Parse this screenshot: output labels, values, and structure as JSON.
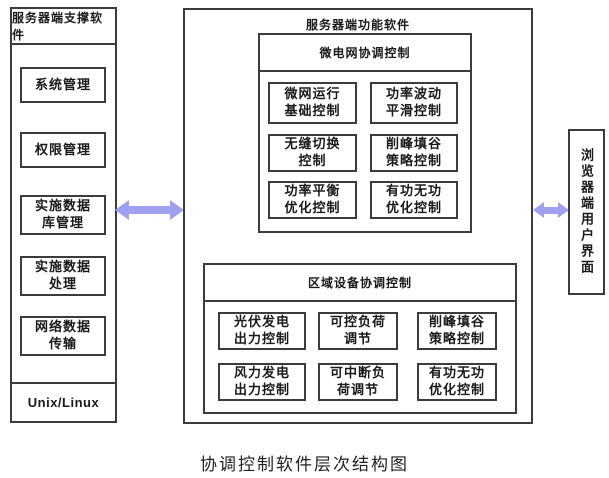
{
  "caption": "协调控制软件层次结构图",
  "colors": {
    "arrow": "#a0a0f0",
    "line": "#3c3c3c"
  },
  "icons": {
    "left_connector": "double-headed-arrow",
    "right_connector": "double-headed-arrow"
  },
  "left_panel": {
    "title": "服务器端支撑软件",
    "items": [
      "系统管理",
      "权限管理",
      "实施数据\n库管理",
      "实施数据\n处理",
      "网络数据\n传输"
    ],
    "footer": "Unix/Linux"
  },
  "middle_panel": {
    "title": "服务器端功能软件",
    "sections": [
      {
        "title": "微电网协调控制",
        "items": [
          "微网运行\n基础控制",
          "功率波动\n平滑控制",
          "无缝切换\n控制",
          "削峰填谷\n策略控制",
          "功率平衡\n优化控制",
          "有功无功\n优化控制"
        ]
      },
      {
        "title": "区域设备协调控制",
        "items": [
          "光伏发电\n出力控制",
          "可控负荷\n调节",
          "削峰填谷\n策略控制",
          "风力发电\n出力控制",
          "可中断负\n荷调节",
          "有功无功\n优化控制"
        ]
      }
    ]
  },
  "right_panel": {
    "title": "浏览器端用户界面"
  }
}
